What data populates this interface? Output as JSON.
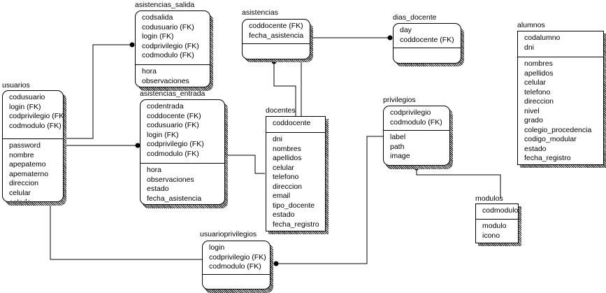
{
  "diagram": {
    "type": "entity-relationship",
    "entities": {
      "usuarios": {
        "name": "usuarios",
        "keys": [
          "codusuario",
          "login (FK)",
          "codprivilegio (FK)",
          "codmodulo (FK)"
        ],
        "attributes": [
          "password",
          "nombre",
          "apepatemo",
          "apematerno",
          "direccion",
          "celular",
          "estado"
        ]
      },
      "asistencias_salida": {
        "name": "asistencias_salida",
        "keys": [
          "codsalida",
          "codusuario (FK)",
          "login (FK)",
          "codprivilegio (FK)",
          "codmodulo (FK)"
        ],
        "attributes": [
          "hora",
          "observaciones"
        ]
      },
      "asistencias_entrada": {
        "name": "asistencias_entrada",
        "keys": [
          "codentrada",
          "coddocente (FK)",
          "codusuario (FK)",
          "login (FK)",
          "codprivilegio (FK)",
          "codmodulo (FK)"
        ],
        "attributes": [
          "hora",
          "observaciones",
          "estado",
          "fecha_asistencia"
        ]
      },
      "asistencias": {
        "name": "asistencias",
        "keys": [
          "coddocente (FK)",
          "fecha_asistencia"
        ],
        "attributes": []
      },
      "dias_docente": {
        "name": "dias_docente",
        "keys": [
          "day",
          "coddocente (FK)"
        ],
        "attributes": []
      },
      "docentes": {
        "name": "docentes",
        "keys": [
          "coddocente"
        ],
        "attributes": [
          "dni",
          "nombres",
          "apellidos",
          "celular",
          "telefono",
          "direccion",
          "email",
          "tipo_docente",
          "estado",
          "fecha_registro"
        ]
      },
      "alumnos": {
        "name": "alumnos",
        "keys": [
          "codalumno",
          "dni"
        ],
        "attributes": [
          "nombres",
          "apellidos",
          "celular",
          "telefono",
          "direccion",
          "nivel",
          "grado",
          "colegio_procedencia",
          "codigo_modular",
          "estado",
          "fecha_registro"
        ]
      },
      "privilegios": {
        "name": "privilegios",
        "keys": [
          "codprivilegio",
          "codmodulo (FK)"
        ],
        "attributes": [
          "label",
          "path",
          "image"
        ]
      },
      "modulos": {
        "name": "modulos",
        "keys": [
          "codmodulo"
        ],
        "attributes": [
          "modulo",
          "icono"
        ]
      },
      "usuarioprivilegios": {
        "name": "usuarioprivilegios",
        "keys": [
          "login",
          "codprivilegio (FK)",
          "codmodulo (FK)"
        ],
        "attributes": []
      }
    },
    "relationships": [
      {
        "from": "usuarios",
        "to": "asistencias_salida"
      },
      {
        "from": "usuarios",
        "to": "asistencias_entrada"
      },
      {
        "from": "docentes",
        "to": "asistencias_entrada"
      },
      {
        "from": "docentes",
        "to": "asistencias"
      },
      {
        "from": "asistencias",
        "to": "dias_docente"
      },
      {
        "from": "usuarioprivilegios",
        "to": "usuarios"
      },
      {
        "from": "privilegios",
        "to": "usuarioprivilegios"
      },
      {
        "from": "modulos",
        "to": "privilegios"
      }
    ]
  }
}
